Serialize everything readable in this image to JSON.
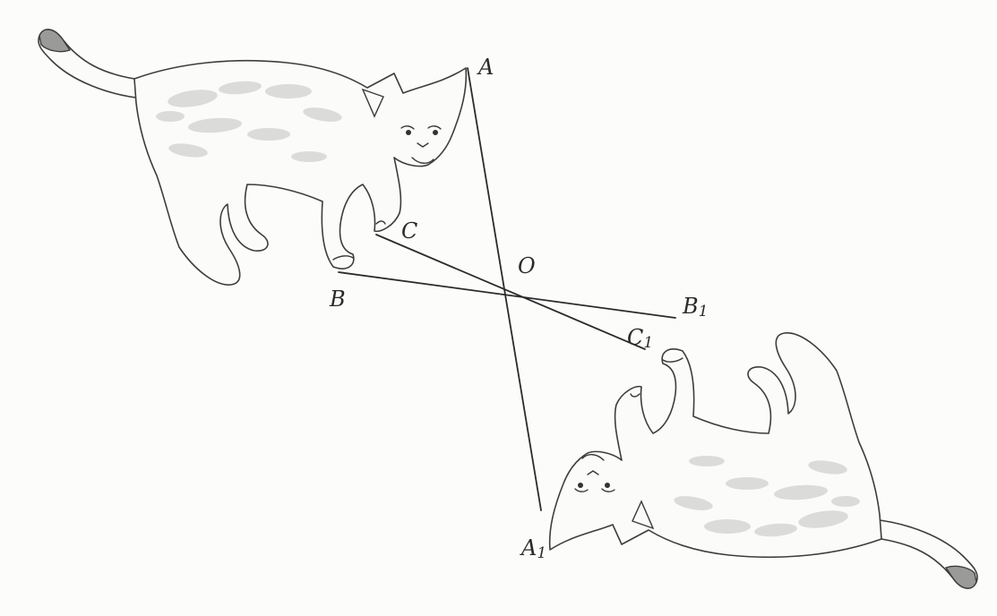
{
  "diagram": {
    "points": {
      "A": {
        "label": "A"
      },
      "B": {
        "label": "B"
      },
      "C": {
        "label": "C"
      },
      "O": {
        "label": "O"
      },
      "A1": {
        "label": "A",
        "subscript": "1"
      },
      "B1": {
        "label": "B",
        "subscript": "1"
      },
      "C1": {
        "label": "C",
        "subscript": "1"
      }
    },
    "segments": [
      "A-A1",
      "B-B1",
      "C-C1"
    ],
    "symmetry": "central symmetry about point O",
    "figures": [
      "cat",
      "cat-reflected"
    ]
  }
}
